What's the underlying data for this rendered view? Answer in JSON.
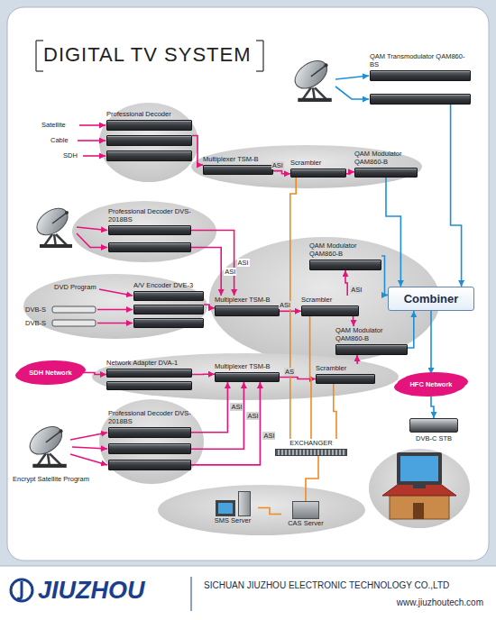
{
  "diagram": {
    "title": "DIGITAL TV SYSTEM",
    "nodes": [
      {
        "text": [
          "QAM Transmodulator QAM860-BS"
        ]
      },
      {
        "text": [
          "Professional Decoder"
        ]
      },
      {
        "text": [
          "Multiplexer TSM-B"
        ]
      },
      {
        "text": [
          "Scrambler"
        ]
      },
      {
        "text": [
          "QAM Modulator QAM860-B"
        ]
      },
      {
        "text": [
          "Professional Decoder DVS-2018BS"
        ]
      },
      {
        "text": [
          "QAM Modulator QAM860-B"
        ]
      },
      {
        "text": [
          "A/V Encoder DVE-3"
        ]
      },
      {
        "text": [
          "Multiplexer TSM-B"
        ]
      },
      {
        "text": [
          "Scrambler"
        ]
      },
      {
        "text": [
          "Combiner"
        ]
      },
      {
        "text": [
          "QAM Modulator QAM860-B"
        ]
      },
      {
        "text": [
          "SDH Network"
        ]
      },
      {
        "text": [
          "Network Adapter DVA-1"
        ]
      },
      {
        "text": [
          "Multiplexer TSM-B"
        ]
      },
      {
        "text": [
          "Scrambler"
        ]
      },
      {
        "text": [
          "HFC Network"
        ]
      },
      {
        "text": [
          "DVB-C STB"
        ]
      },
      {
        "text": [
          "Professional Decoder DVS-2018BS"
        ]
      },
      {
        "text": [
          "EXCHANGER"
        ]
      },
      {
        "text": [
          "SMS Server"
        ]
      },
      {
        "text": [
          "CAS Server"
        ]
      }
    ],
    "edges": [
      {
        "from": 0,
        "to": 10,
        "arrow": "to"
      },
      {
        "from": 1,
        "to": 2,
        "arrow": "to"
      },
      {
        "from": 2,
        "to": 3,
        "label": "ASI",
        "arrow": "to"
      },
      {
        "from": 3,
        "to": 4,
        "arrow": "to"
      },
      {
        "from": 4,
        "to": 10,
        "arrow": "to"
      },
      {
        "from": 5,
        "to": 8,
        "label": "ASI",
        "arrow": "to"
      },
      {
        "from": 5,
        "to": 8,
        "label": "ASI",
        "arrow": "to"
      },
      {
        "from": 7,
        "to": 8,
        "arrow": "to"
      },
      {
        "from": 8,
        "to": 9,
        "label": "ASI",
        "arrow": "to"
      },
      {
        "from": 9,
        "to": 6,
        "label": "ASI",
        "arrow": "to"
      },
      {
        "from": 9,
        "to": 11,
        "arrow": "to"
      },
      {
        "from": 6,
        "to": 10,
        "arrow": "to"
      },
      {
        "from": 11,
        "to": 10,
        "arrow": "to"
      },
      {
        "from": 12,
        "to": 13,
        "arrow": "to"
      },
      {
        "from": 13,
        "to": 14,
        "arrow": "to"
      },
      {
        "from": 14,
        "to": 15,
        "label": "AS",
        "arrow": "to"
      },
      {
        "from": 15,
        "to": 11,
        "arrow": "to"
      },
      {
        "from": 10,
        "to": 16,
        "arrow": "to"
      },
      {
        "from": 16,
        "to": 17,
        "arrow": "to"
      },
      {
        "from": 18,
        "to": 14,
        "label": "ASI",
        "arrow": "to"
      },
      {
        "from": 18,
        "to": 14,
        "label": "ASI",
        "arrow": "to"
      },
      {
        "from": 18,
        "to": 14,
        "label": "ASI",
        "arrow": "to"
      },
      {
        "from": 3,
        "to": 19,
        "arrow": "none"
      },
      {
        "from": 9,
        "to": 19,
        "arrow": "none"
      },
      {
        "from": 15,
        "to": 19,
        "arrow": "none"
      },
      {
        "from": 19,
        "to": 21,
        "arrow": "none"
      },
      {
        "from": 20,
        "to": 21,
        "arrow": "none"
      }
    ],
    "labels": [
      "Satellite",
      "Cable",
      "SDH",
      "DVD Program",
      "DVB-S",
      "DVB-S",
      "Encrypt Satellite Program",
      "JIUZHOU",
      "SICHUAN JIUZHOU ELECTRONIC TECHNOLOGY CO.,LTD",
      "www.jiuzhoutech.com"
    ]
  }
}
